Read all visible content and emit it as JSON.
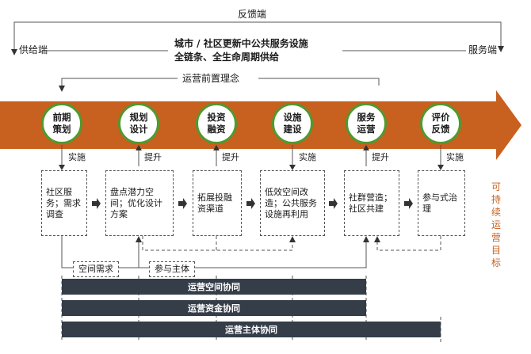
{
  "feedback_label": "反馈端",
  "supply_label": "供给端",
  "service_label": "服务端",
  "title_line1": "城市 / 社区更新中公共服务设施",
  "title_line2": "全链条、全生命周期供给",
  "front_concept": "运营前置理念",
  "stages": [
    {
      "label": "前期\n策划",
      "action": "实施",
      "box": "社区服务；需求调查"
    },
    {
      "label": "规划\n设计",
      "action": "提升",
      "box": "盘点潜力空间；优化设计方案"
    },
    {
      "label": "投资\n融资",
      "action": "提升",
      "box": "拓展投融资渠道"
    },
    {
      "label": "设施\n建设",
      "action": "实施",
      "box": "低效空间改造；公共服务设施再利用"
    },
    {
      "label": "服务\n运营",
      "action": "提升",
      "box": "社群营造；社区共建"
    },
    {
      "label": "评价\n反馈",
      "action": "实施",
      "box": "参与式治理"
    }
  ],
  "space_demand": "空间需求",
  "participants": "参与主体",
  "bars": [
    "运营空间协同",
    "运营资金协同",
    "运营主体协同"
  ],
  "goal": "可持续运营目标",
  "colors": {
    "arrow": "#c8601f",
    "circle_border": "#4e9a2e",
    "bar": "#343d48",
    "goal": "#c8601f"
  }
}
